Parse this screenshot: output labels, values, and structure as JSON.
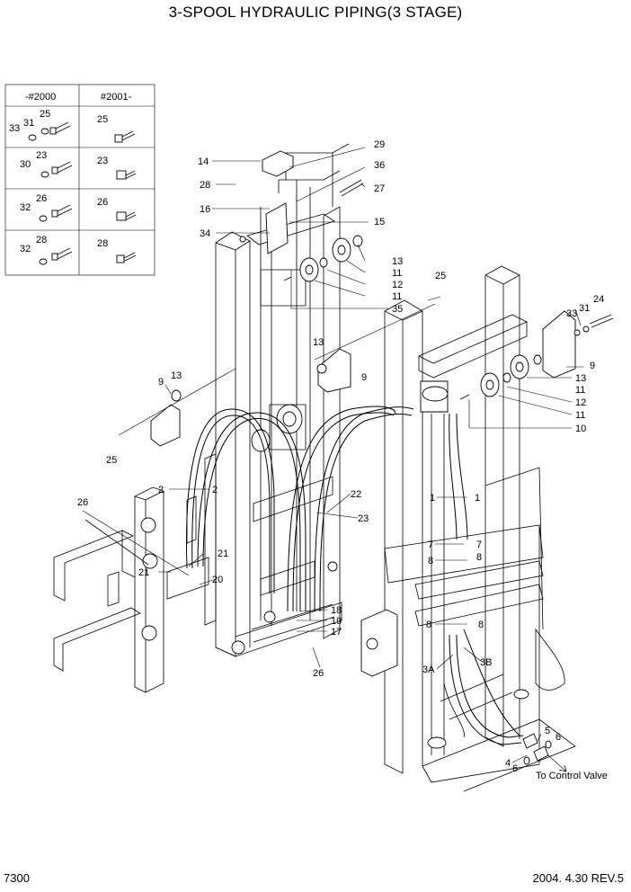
{
  "title": "3-SPOOL HYDRAULIC PIPING(3 STAGE)",
  "footer": {
    "page_number": "7300",
    "revision": "2004. 4.30 REV.5"
  },
  "serial_table": {
    "headers": [
      "-#2000",
      "#2001-"
    ],
    "rows": [
      {
        "left": [
          "33",
          "31",
          "25"
        ],
        "right": [
          "25"
        ]
      },
      {
        "left": [
          "30",
          "23"
        ],
        "right": [
          "23"
        ]
      },
      {
        "left": [
          "32",
          "26"
        ],
        "right": [
          "26"
        ]
      },
      {
        "left": [
          "32",
          "28"
        ],
        "right": [
          "28"
        ]
      }
    ]
  },
  "callouts": {
    "c14": "14",
    "c28": "28",
    "c16": "16",
    "c34": "34",
    "c29": "29",
    "c36": "36",
    "c27": "27",
    "c15": "15",
    "c13a": "13",
    "c11a": "11",
    "c12a": "12",
    "c11b": "11",
    "c35": "35",
    "c25a": "25",
    "c13b": "13",
    "c9a": "9",
    "c9b": "9",
    "c13c": "13",
    "c25b": "25",
    "c2a": "2",
    "c2b": "2",
    "c26a": "26",
    "c22": "22",
    "c23": "23",
    "c21a": "21",
    "c21b": "21",
    "c20": "20",
    "c18": "18",
    "c19": "19",
    "c17": "17",
    "c26b": "26",
    "c33": "33",
    "c31": "31",
    "c24": "24",
    "c9c": "9",
    "c13d": "13",
    "c12b": "12",
    "c11c": "11",
    "c11d": "11",
    "c10": "10",
    "c1a": "1",
    "c1b": "1",
    "c7a": "7",
    "c7b": "7",
    "c8a": "8",
    "c8b": "8",
    "c8c": "8",
    "c8d": "8",
    "c3a": "3A",
    "c3b": "3B",
    "c5": "5",
    "c6a": "6",
    "c4": "4",
    "c6b": "6"
  },
  "note_control_valve": "To Control Valve"
}
